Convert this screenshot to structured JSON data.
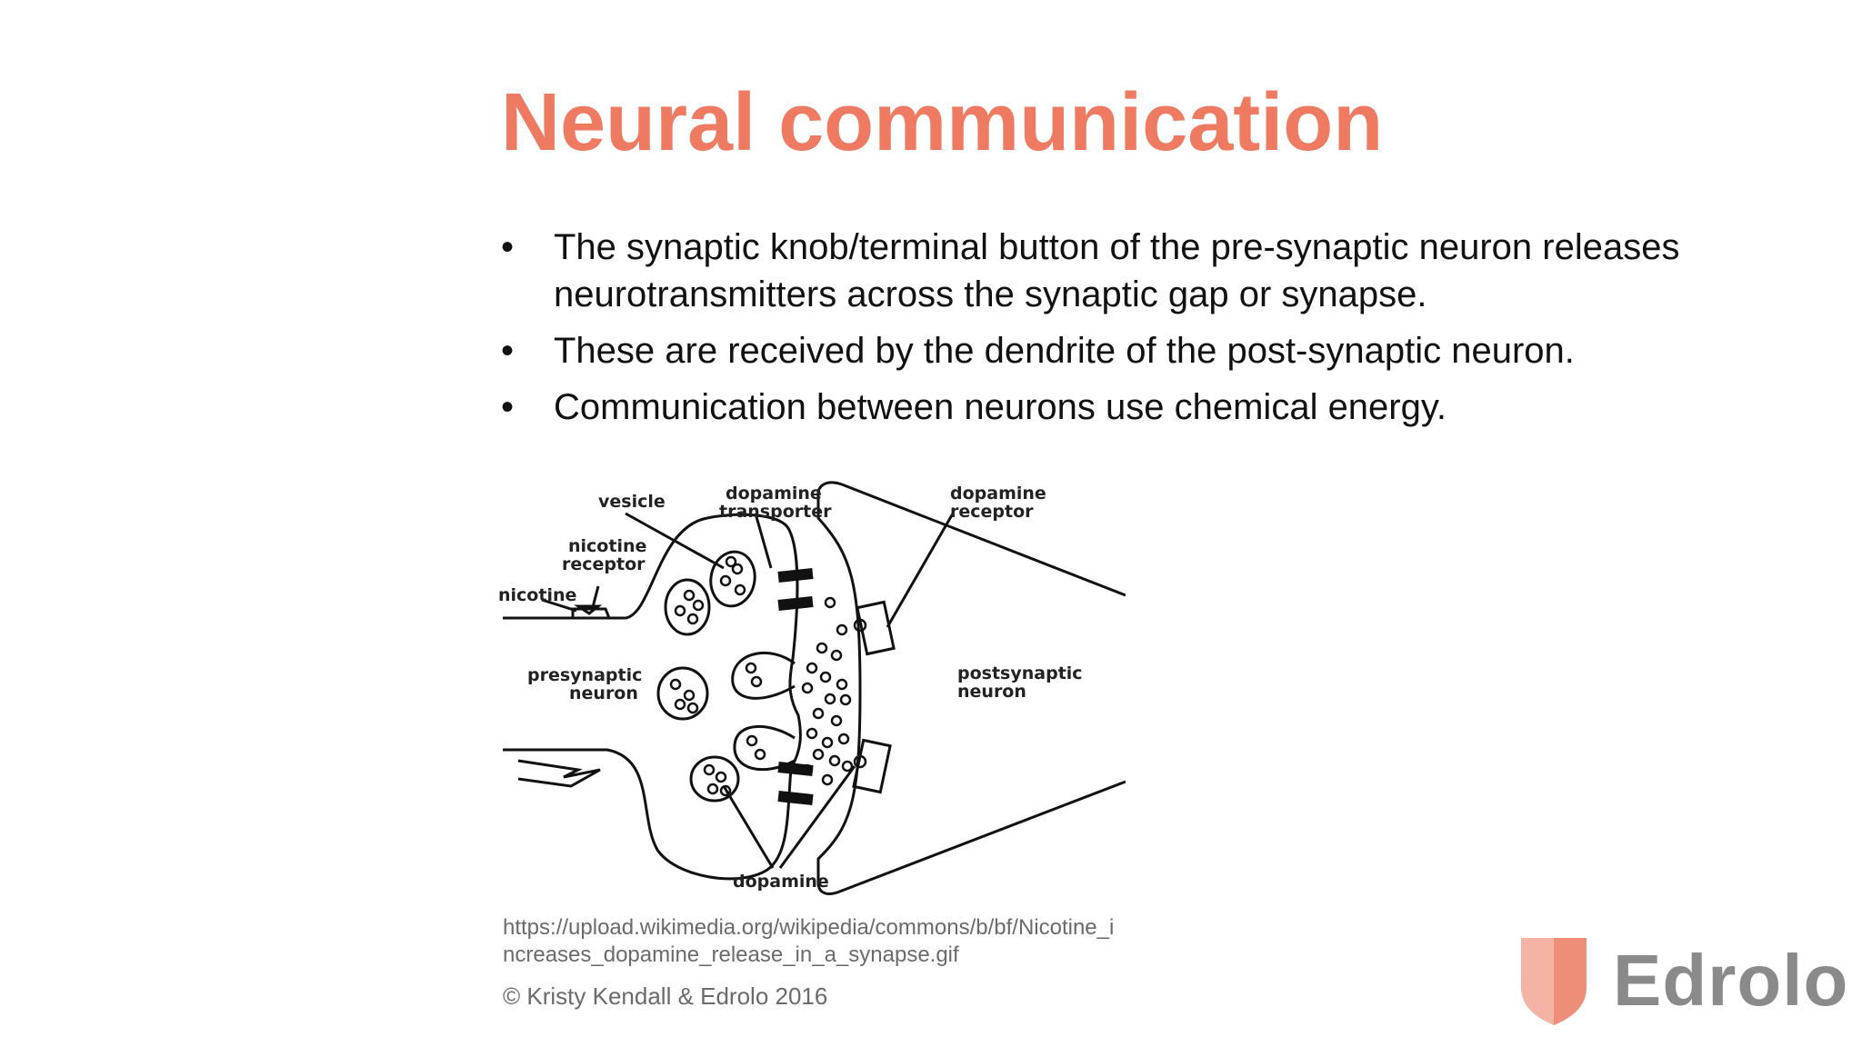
{
  "slide": {
    "title": "Neural communication",
    "bullets": [
      "The synaptic knob/terminal button of the pre-synaptic neuron releases neurotransmitters across the synaptic gap or synapse.",
      "These are received by the dendrite of the post-synaptic neuron.",
      "Communication between neurons use chemical energy."
    ],
    "bullet_symbol": "•",
    "diagram_labels": {
      "vesicle": "vesicle",
      "dopamine_transporter_1": "dopamine",
      "dopamine_transporter_2": "transporter",
      "dopamine_receptor_1": "dopamine",
      "dopamine_receptor_2": "receptor",
      "nicotine_receptor_1": "nicotine",
      "nicotine_receptor_2": "receptor",
      "nicotine": "nicotine",
      "presynaptic_1": "presynaptic",
      "presynaptic_2": "neuron",
      "postsynaptic_1": "postsynaptic",
      "postsynaptic_2": "neuron",
      "dopamine": "dopamine"
    },
    "source_url": "https://upload.wikimedia.org/wikipedia/commons/b/bf/Nicotine_increases_dopamine_release_in_a_synapse.gif",
    "copyright": "© Kristy Kendall & Edrolo 2016",
    "logo_text": "Edrolo",
    "colors": {
      "title": "#ef7a62",
      "logo_shield": "#f0a090",
      "logo_text": "#8a8a8a"
    }
  }
}
